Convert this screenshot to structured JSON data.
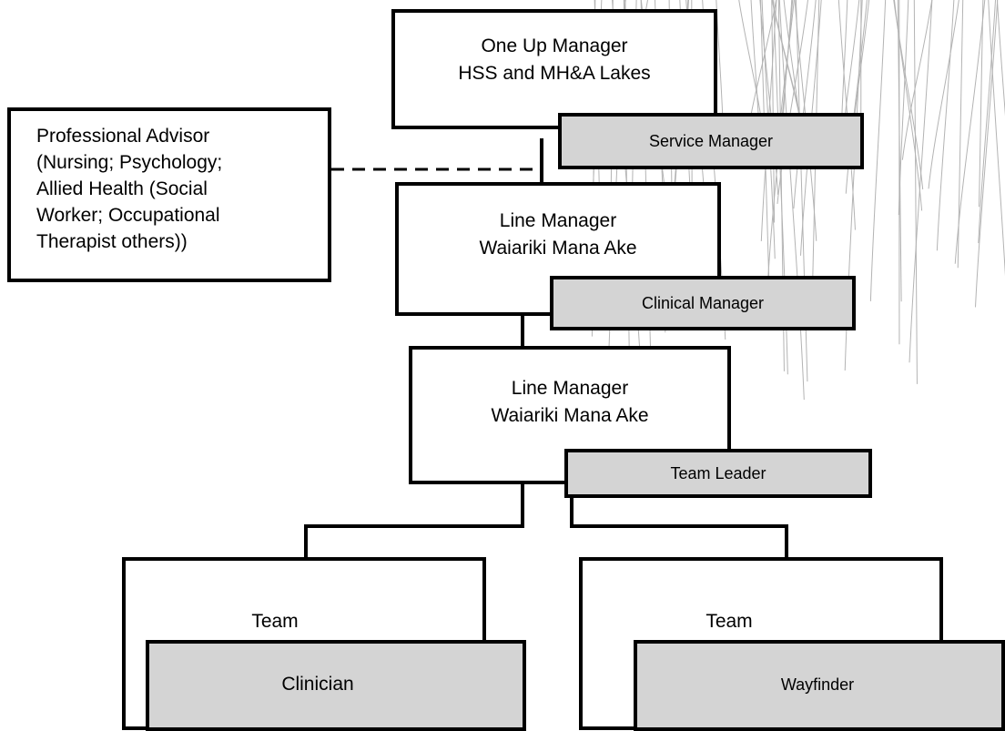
{
  "top": {
    "line1": "One Up Manager",
    "line2": "HSS and MH&A Lakes",
    "role": "Service Manager"
  },
  "advisor": {
    "lines": [
      "Professional Advisor",
      "(Nursing; Psychology;",
      "Allied Health (Social",
      "Worker; Occupational",
      "Therapist others))"
    ]
  },
  "line_manager_1": {
    "line1": "Line Manager",
    "line2": "Waiariki Mana Ake",
    "role": "Clinical Manager"
  },
  "line_manager_2": {
    "line1": "Line Manager",
    "line2": "Waiariki Mana Ake",
    "role": "Team Leader"
  },
  "team_left": {
    "label": "Team",
    "role": "Clinician"
  },
  "team_right": {
    "label": "Team",
    "role": "Wayfinder"
  },
  "colors": {
    "role_fill": "#d4d4d4",
    "border": "#000000",
    "decoration": "#9a9a9a"
  }
}
